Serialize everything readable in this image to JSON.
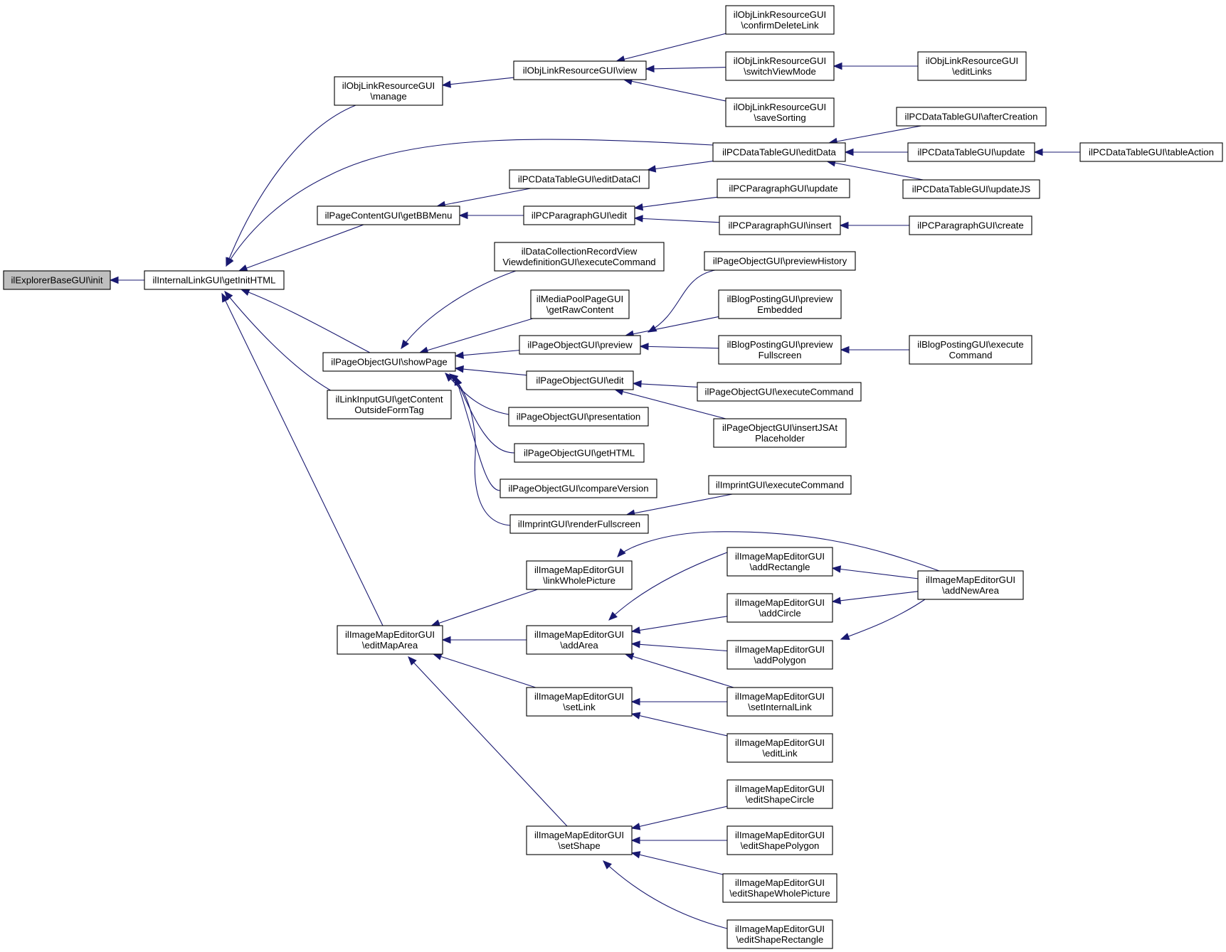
{
  "graph": {
    "colors": {
      "edge": "#191970",
      "node_border": "#000000",
      "node_fill": "#ffffff",
      "root_fill": "#bfbfbf"
    },
    "nodes": [
      {
        "id": "n_root",
        "lines": [
          "ilExplorerBaseGUI\\init"
        ],
        "root": true
      },
      {
        "id": "n_initHTML",
        "lines": [
          "ilInternalLinkGUI\\getInitHTML"
        ]
      },
      {
        "id": "n_olr_manage",
        "lines": [
          "ilObjLinkResourceGUI",
          "\\manage"
        ]
      },
      {
        "id": "n_olr_view",
        "lines": [
          "ilObjLinkResourceGUI\\view"
        ]
      },
      {
        "id": "n_olr_confirm",
        "lines": [
          "ilObjLinkResourceGUI",
          "\\confirmDeleteLink"
        ]
      },
      {
        "id": "n_olr_switch",
        "lines": [
          "ilObjLinkResourceGUI",
          "\\switchViewMode"
        ]
      },
      {
        "id": "n_olr_editlinks",
        "lines": [
          "ilObjLinkResourceGUI",
          "\\editLinks"
        ]
      },
      {
        "id": "n_olr_save",
        "lines": [
          "ilObjLinkResourceGUI",
          "\\saveSorting"
        ]
      },
      {
        "id": "n_dt_after",
        "lines": [
          "ilPCDataTableGUI\\afterCreation"
        ]
      },
      {
        "id": "n_dt_edit",
        "lines": [
          "ilPCDataTableGUI\\editData"
        ]
      },
      {
        "id": "n_dt_update",
        "lines": [
          "ilPCDataTableGUI\\update"
        ]
      },
      {
        "id": "n_dt_table",
        "lines": [
          "ilPCDataTableGUI\\tableAction"
        ]
      },
      {
        "id": "n_dt_editcl",
        "lines": [
          "ilPCDataTableGUI\\editDataCl"
        ]
      },
      {
        "id": "n_dt_updatejs",
        "lines": [
          "ilPCDataTableGUI\\updateJS"
        ]
      },
      {
        "id": "n_pc_bbmenu",
        "lines": [
          "ilPageContentGUI\\getBBMenu"
        ]
      },
      {
        "id": "n_par_edit",
        "lines": [
          "ilPCParagraphGUI\\edit"
        ]
      },
      {
        "id": "n_par_update",
        "lines": [
          "ilPCParagraphGUI\\update"
        ]
      },
      {
        "id": "n_par_insert",
        "lines": [
          "ilPCParagraphGUI\\insert"
        ]
      },
      {
        "id": "n_par_create",
        "lines": [
          "ilPCParagraphGUI\\create"
        ]
      },
      {
        "id": "n_dc_exec",
        "lines": [
          "ilDataCollectionRecordView",
          "ViewdefinitionGUI\\executeCommand"
        ]
      },
      {
        "id": "n_po_prevhist",
        "lines": [
          "ilPageObjectGUI\\previewHistory"
        ]
      },
      {
        "id": "n_mp_raw",
        "lines": [
          "ilMediaPoolPageGUI",
          "\\getRawContent"
        ]
      },
      {
        "id": "n_blog_prevemb",
        "lines": [
          "ilBlogPostingGUI\\preview",
          "Embedded"
        ]
      },
      {
        "id": "n_po_preview",
        "lines": [
          "ilPageObjectGUI\\preview"
        ]
      },
      {
        "id": "n_blog_prevfull",
        "lines": [
          "ilBlogPostingGUI\\preview",
          "Fullscreen"
        ]
      },
      {
        "id": "n_blog_exec",
        "lines": [
          "ilBlogPostingGUI\\execute",
          "Command"
        ]
      },
      {
        "id": "n_po_show",
        "lines": [
          "ilPageObjectGUI\\showPage"
        ]
      },
      {
        "id": "n_po_edit",
        "lines": [
          "ilPageObjectGUI\\edit"
        ]
      },
      {
        "id": "n_po_exec",
        "lines": [
          "ilPageObjectGUI\\executeCommand"
        ]
      },
      {
        "id": "n_li_content",
        "lines": [
          "ilLinkInputGUI\\getContent",
          "OutsideFormTag"
        ]
      },
      {
        "id": "n_po_insertjs",
        "lines": [
          "ilPageObjectGUI\\insertJSAt",
          "Placeholder"
        ]
      },
      {
        "id": "n_po_pres",
        "lines": [
          "ilPageObjectGUI\\presentation"
        ]
      },
      {
        "id": "n_po_gethtml",
        "lines": [
          "ilPageObjectGUI\\getHTML"
        ]
      },
      {
        "id": "n_imp_exec",
        "lines": [
          "ilImprintGUI\\executeCommand"
        ]
      },
      {
        "id": "n_po_compare",
        "lines": [
          "ilPageObjectGUI\\compareVersion"
        ]
      },
      {
        "id": "n_imp_render",
        "lines": [
          "ilImprintGUI\\renderFullscreen"
        ]
      },
      {
        "id": "n_ime_linkwhole",
        "lines": [
          "ilImageMapEditorGUI",
          "\\linkWholePicture"
        ]
      },
      {
        "id": "n_ime_addrect",
        "lines": [
          "ilImageMapEditorGUI",
          "\\addRectangle"
        ]
      },
      {
        "id": "n_ime_addnew",
        "lines": [
          "ilImageMapEditorGUI",
          "\\addNewArea"
        ]
      },
      {
        "id": "n_ime_addcircle",
        "lines": [
          "ilImageMapEditorGUI",
          "\\addCircle"
        ]
      },
      {
        "id": "n_ime_editmap",
        "lines": [
          "ilImageMapEditorGUI",
          "\\editMapArea"
        ]
      },
      {
        "id": "n_ime_addarea",
        "lines": [
          "ilImageMapEditorGUI",
          "\\addArea"
        ]
      },
      {
        "id": "n_ime_addpoly",
        "lines": [
          "ilImageMapEditorGUI",
          "\\addPolygon"
        ]
      },
      {
        "id": "n_ime_setlink",
        "lines": [
          "ilImageMapEditorGUI",
          "\\setLink"
        ]
      },
      {
        "id": "n_ime_setint",
        "lines": [
          "ilImageMapEditorGUI",
          "\\setInternalLink"
        ]
      },
      {
        "id": "n_ime_editlink",
        "lines": [
          "ilImageMapEditorGUI",
          "\\editLink"
        ]
      },
      {
        "id": "n_ime_shapecircle",
        "lines": [
          "ilImageMapEditorGUI",
          "\\editShapeCircle"
        ]
      },
      {
        "id": "n_ime_setshape",
        "lines": [
          "ilImageMapEditorGUI",
          "\\setShape"
        ]
      },
      {
        "id": "n_ime_shapepoly",
        "lines": [
          "ilImageMapEditorGUI",
          "\\editShapePolygon"
        ]
      },
      {
        "id": "n_ime_shapewhole",
        "lines": [
          "ilImageMapEditorGUI",
          "\\editShapeWholePicture"
        ]
      },
      {
        "id": "n_ime_shaperect",
        "lines": [
          "ilImageMapEditorGUI",
          "\\editShapeRectangle"
        ]
      }
    ],
    "edges": [
      {
        "from": "n_initHTML",
        "to": "n_root"
      },
      {
        "from": "n_olr_manage",
        "to": "n_initHTML"
      },
      {
        "from": "n_dt_edit",
        "to": "n_initHTML"
      },
      {
        "from": "n_pc_bbmenu",
        "to": "n_initHTML"
      },
      {
        "from": "n_po_show",
        "to": "n_initHTML"
      },
      {
        "from": "n_li_content",
        "to": "n_initHTML"
      },
      {
        "from": "n_ime_editmap",
        "to": "n_initHTML"
      },
      {
        "from": "n_olr_view",
        "to": "n_olr_manage"
      },
      {
        "from": "n_olr_confirm",
        "to": "n_olr_view"
      },
      {
        "from": "n_olr_switch",
        "to": "n_olr_view"
      },
      {
        "from": "n_olr_save",
        "to": "n_olr_view"
      },
      {
        "from": "n_olr_editlinks",
        "to": "n_olr_switch"
      },
      {
        "from": "n_dt_after",
        "to": "n_dt_edit"
      },
      {
        "from": "n_dt_update",
        "to": "n_dt_edit"
      },
      {
        "from": "n_dt_updatejs",
        "to": "n_dt_edit"
      },
      {
        "from": "n_dt_table",
        "to": "n_dt_update"
      },
      {
        "from": "n_dt_edit",
        "to": "n_dt_editcl"
      },
      {
        "from": "n_dt_editcl",
        "to": "n_pc_bbmenu"
      },
      {
        "from": "n_par_edit",
        "to": "n_pc_bbmenu"
      },
      {
        "from": "n_par_update",
        "to": "n_par_edit"
      },
      {
        "from": "n_par_insert",
        "to": "n_par_edit"
      },
      {
        "from": "n_par_create",
        "to": "n_par_insert"
      },
      {
        "from": "n_dc_exec",
        "to": "n_po_show"
      },
      {
        "from": "n_mp_raw",
        "to": "n_po_show"
      },
      {
        "from": "n_po_preview",
        "to": "n_po_show"
      },
      {
        "from": "n_po_edit",
        "to": "n_po_show"
      },
      {
        "from": "n_po_pres",
        "to": "n_po_show"
      },
      {
        "from": "n_po_gethtml",
        "to": "n_po_show"
      },
      {
        "from": "n_po_compare",
        "to": "n_po_show"
      },
      {
        "from": "n_imp_render",
        "to": "n_po_show"
      },
      {
        "from": "n_po_prevhist",
        "to": "n_po_preview"
      },
      {
        "from": "n_blog_prevemb",
        "to": "n_po_preview"
      },
      {
        "from": "n_blog_prevfull",
        "to": "n_po_preview"
      },
      {
        "from": "n_blog_exec",
        "to": "n_blog_prevfull"
      },
      {
        "from": "n_po_exec",
        "to": "n_po_edit"
      },
      {
        "from": "n_po_insertjs",
        "to": "n_po_edit"
      },
      {
        "from": "n_imp_exec",
        "to": "n_imp_render"
      },
      {
        "from": "n_ime_linkwhole",
        "to": "n_ime_editmap"
      },
      {
        "from": "n_ime_addarea",
        "to": "n_ime_editmap"
      },
      {
        "from": "n_ime_setlink",
        "to": "n_ime_editmap"
      },
      {
        "from": "n_ime_setshape",
        "to": "n_ime_editmap"
      },
      {
        "from": "n_ime_addnew",
        "to": "n_ime_linkwhole"
      },
      {
        "from": "n_ime_addrect",
        "to": "n_ime_addarea"
      },
      {
        "from": "n_ime_addcircle",
        "to": "n_ime_addarea"
      },
      {
        "from": "n_ime_addpoly",
        "to": "n_ime_addarea"
      },
      {
        "from": "n_ime_setint",
        "to": "n_ime_addarea"
      },
      {
        "from": "n_ime_addnew",
        "to": "n_ime_addrect"
      },
      {
        "from": "n_ime_addnew",
        "to": "n_ime_addcircle"
      },
      {
        "from": "n_ime_addnew",
        "to": "n_ime_addpoly"
      },
      {
        "from": "n_ime_setint",
        "to": "n_ime_setlink"
      },
      {
        "from": "n_ime_editlink",
        "to": "n_ime_setlink"
      },
      {
        "from": "n_ime_shapecircle",
        "to": "n_ime_setshape"
      },
      {
        "from": "n_ime_shapepoly",
        "to": "n_ime_setshape"
      },
      {
        "from": "n_ime_shapewhole",
        "to": "n_ime_setshape"
      },
      {
        "from": "n_ime_shaperect",
        "to": "n_ime_setshape"
      }
    ]
  }
}
